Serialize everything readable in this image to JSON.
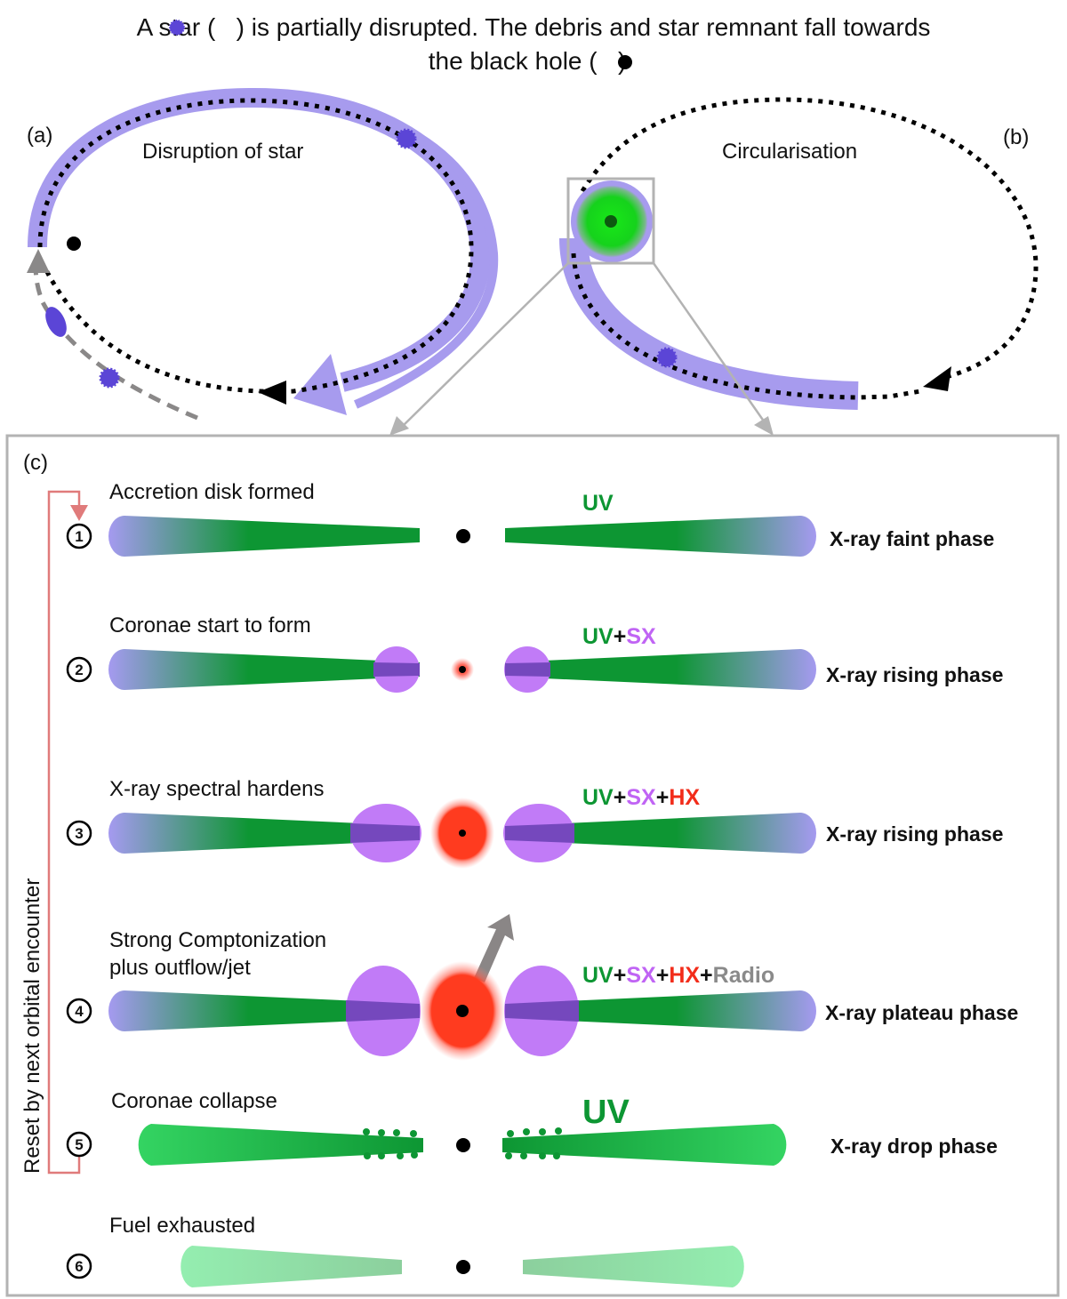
{
  "title": {
    "line1_before": "A star (",
    "line1_after": ") is partially disrupted. The debris and star remnant fall towards",
    "line2_before": "the black hole (",
    "line2_after": ")"
  },
  "panel_a": {
    "label": "(a)",
    "title": "Disruption of star"
  },
  "panel_b": {
    "label": "(b)",
    "title": "Circularisation"
  },
  "panel_c": {
    "label": "(c)",
    "reset_label": "Reset by next orbital encounter"
  },
  "colors": {
    "star": "#5b45d6",
    "debris": "#a79bee",
    "disk_green": "#0d9633",
    "disk_light": "#a59af0",
    "corona": "#c17bf7",
    "corona_overlap": "#7548bd",
    "hot_core": "#ff3b1f",
    "uv": "#0d9633",
    "sx": "#c064f4",
    "hx": "#f22c1a",
    "radio": "#8a8a8a",
    "reset_arrow": "#e07b7b",
    "frame": "#b3b3b3"
  },
  "stages": [
    {
      "number": "1",
      "title": "Accretion disk formed",
      "phase": "X-ray faint phase",
      "bands": [
        {
          "text": "UV",
          "color": "#0d9633"
        }
      ]
    },
    {
      "number": "2",
      "title": "Coronae start to form",
      "phase": "X-ray rising phase",
      "bands": [
        {
          "text": "UV",
          "color": "#0d9633"
        },
        {
          "text": "+",
          "color": "#111111"
        },
        {
          "text": "SX",
          "color": "#c064f4"
        }
      ]
    },
    {
      "number": "3",
      "title": "X-ray spectral hardens",
      "phase": "X-ray rising phase",
      "bands": [
        {
          "text": "UV",
          "color": "#0d9633"
        },
        {
          "text": "+",
          "color": "#111111"
        },
        {
          "text": "SX",
          "color": "#c064f4"
        },
        {
          "text": "+",
          "color": "#111111"
        },
        {
          "text": "HX",
          "color": "#f22c1a"
        }
      ]
    },
    {
      "number": "4",
      "title_line1": "Strong Comptonization",
      "title_line2": "plus outflow/jet",
      "phase": "X-ray plateau phase",
      "bands": [
        {
          "text": "UV",
          "color": "#0d9633"
        },
        {
          "text": "+",
          "color": "#111111"
        },
        {
          "text": "SX",
          "color": "#c064f4"
        },
        {
          "text": "+",
          "color": "#111111"
        },
        {
          "text": "HX",
          "color": "#f22c1a"
        },
        {
          "text": "+",
          "color": "#111111"
        },
        {
          "text": "Radio",
          "color": "#8a8a8a"
        }
      ]
    },
    {
      "number": "5",
      "title": "Coronae collapse",
      "phase": "X-ray drop phase",
      "bands": [
        {
          "text": "UV",
          "color": "#0d9633"
        }
      ]
    },
    {
      "number": "6",
      "title": "Fuel exhausted",
      "phase": "",
      "bands": []
    }
  ]
}
